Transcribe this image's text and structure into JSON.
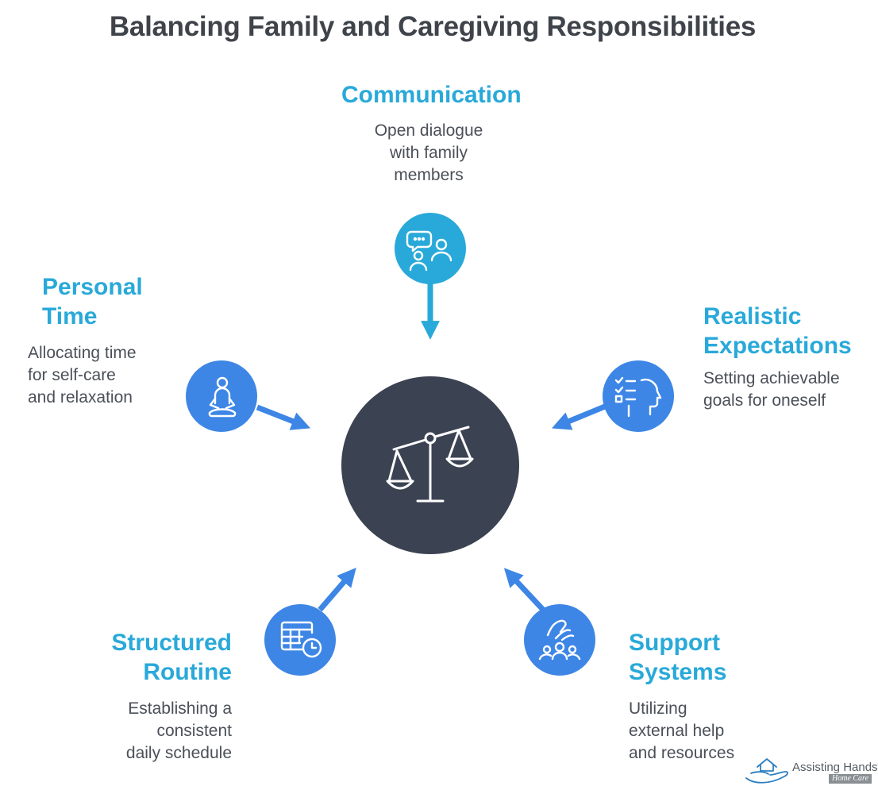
{
  "title": "Balancing Family and Caregiving Responsibilities",
  "center": {
    "icon": "balance-scale-icon"
  },
  "nodes": [
    {
      "id": "communication",
      "heading": "Communication",
      "description": "Open dialogue\nwith family\nmembers",
      "icon": "chat-people-icon",
      "color": "#29a9d9"
    },
    {
      "id": "realistic-expectations",
      "heading": "Realistic\nExpectations",
      "description": "Setting achievable\ngoals for oneself",
      "icon": "checklist-head-icon",
      "color": "#3d86e5"
    },
    {
      "id": "support-systems",
      "heading": "Support\nSystems",
      "description": "Utilizing\nexternal help\nand resources",
      "icon": "helping-hand-group-icon",
      "color": "#3d86e5"
    },
    {
      "id": "structured-routine",
      "heading": "Structured\nRoutine",
      "description": "Establishing a\nconsistent\ndaily schedule",
      "icon": "calendar-clock-icon",
      "color": "#3d86e5"
    },
    {
      "id": "personal-time",
      "heading": "Personal\nTime",
      "description": "Allocating time\nfor self-care\nand relaxation",
      "icon": "meditation-person-icon",
      "color": "#3d86e5"
    }
  ],
  "logo": {
    "name": "Assisting Hands",
    "mark": "®",
    "tagline": "Home Care",
    "icon": "house-hand-logo-icon"
  }
}
